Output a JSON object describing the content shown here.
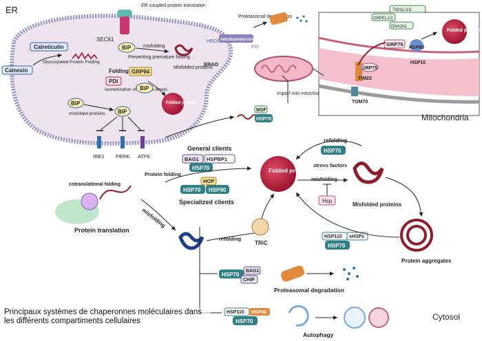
{
  "compartments": {
    "er": "ER",
    "mitochondria": "Mitochondria",
    "cytosol": "Cytosol"
  },
  "er": {
    "coupled_translation": "ER coupled protein translation",
    "sec61": "SEC61",
    "calreticulin": "Calreticulin",
    "calnexin": "Calnexin",
    "glyco_folding": "Glycosylated Protein Folding",
    "bip": "BiP",
    "preventing": "Preventing premature folding",
    "misfolding": "misfolding",
    "misfolded_proteins": "Misfolded proteins",
    "folding": "Folding",
    "grp94": "GRP94",
    "pdi": "PDI",
    "isomerization": "Isomerization of disulfide bonds",
    "folded_protein": "Folded protein",
    "bip_misfolded": "misfolded proteins",
    "erad": "ERAD",
    "hrd1": "HRD1",
    "retrotranslocon": "retrotranslocon",
    "p97": "P97",
    "proteasomal_degradation": "Proteasomal degradation",
    "sensors": [
      "IRE1",
      "PERK",
      "ATF6"
    ]
  },
  "mito": {
    "import_label": "Import into mitochondria",
    "tid": "TID1L/1S",
    "grpel": "GRPEL1/2",
    "dnaja1": "DNAJA1",
    "grp75": "GRP75",
    "hsp60": "HSP60",
    "hsp10": "HSP10",
    "folded_protein": "Folded protein",
    "grp75_inner": "GRP75",
    "tim23": "TIM23",
    "tom70": "TOM70"
  },
  "cytosol": {
    "msf": "MSF",
    "hsp70": "HSP70",
    "general_clients": "General clients",
    "bag1": "BAG1",
    "hspbp1": "HSPBP1",
    "protein_folding": "Protein folding",
    "hop": "HOP",
    "hsp90": "HSP90",
    "specialized_clients": "Specialized clients",
    "folded_protein": "Folded protein",
    "refolding": "refolding",
    "stress_factors": "stress factors",
    "misfolding": "misfolding",
    "hsp": "Hsp",
    "misfolded_proteins": "Misfolded proteins",
    "cotranslational": "cotranslational folding",
    "protein_translation": "Protein translation",
    "misfolding_left": "misfolding",
    "refolding_tric": "refolding",
    "tric": "TRiC",
    "hsp110": "HSP110",
    "shsps": "sHSPs",
    "protein_aggregates": "Protein aggregates",
    "chip": "CHIP",
    "proteasomal_degradation": "Proteasomal degradation",
    "hsp40": "HSP40",
    "autophagy": "Autophagy"
  },
  "caption": "Principaux systèmes de chaperonnes moléculaires dans les différents compartiments cellulaires",
  "colors": {
    "er_fill": "#efe3ef",
    "er_border": "#8f8fbf",
    "hsp70": "#2f7f86",
    "folded": "#b0203f",
    "misfolded": "#8c1f2c",
    "misfolded_blue": "#1f3f8c",
    "bip": "#fff3b0",
    "grp94": "#ffe28a"
  }
}
